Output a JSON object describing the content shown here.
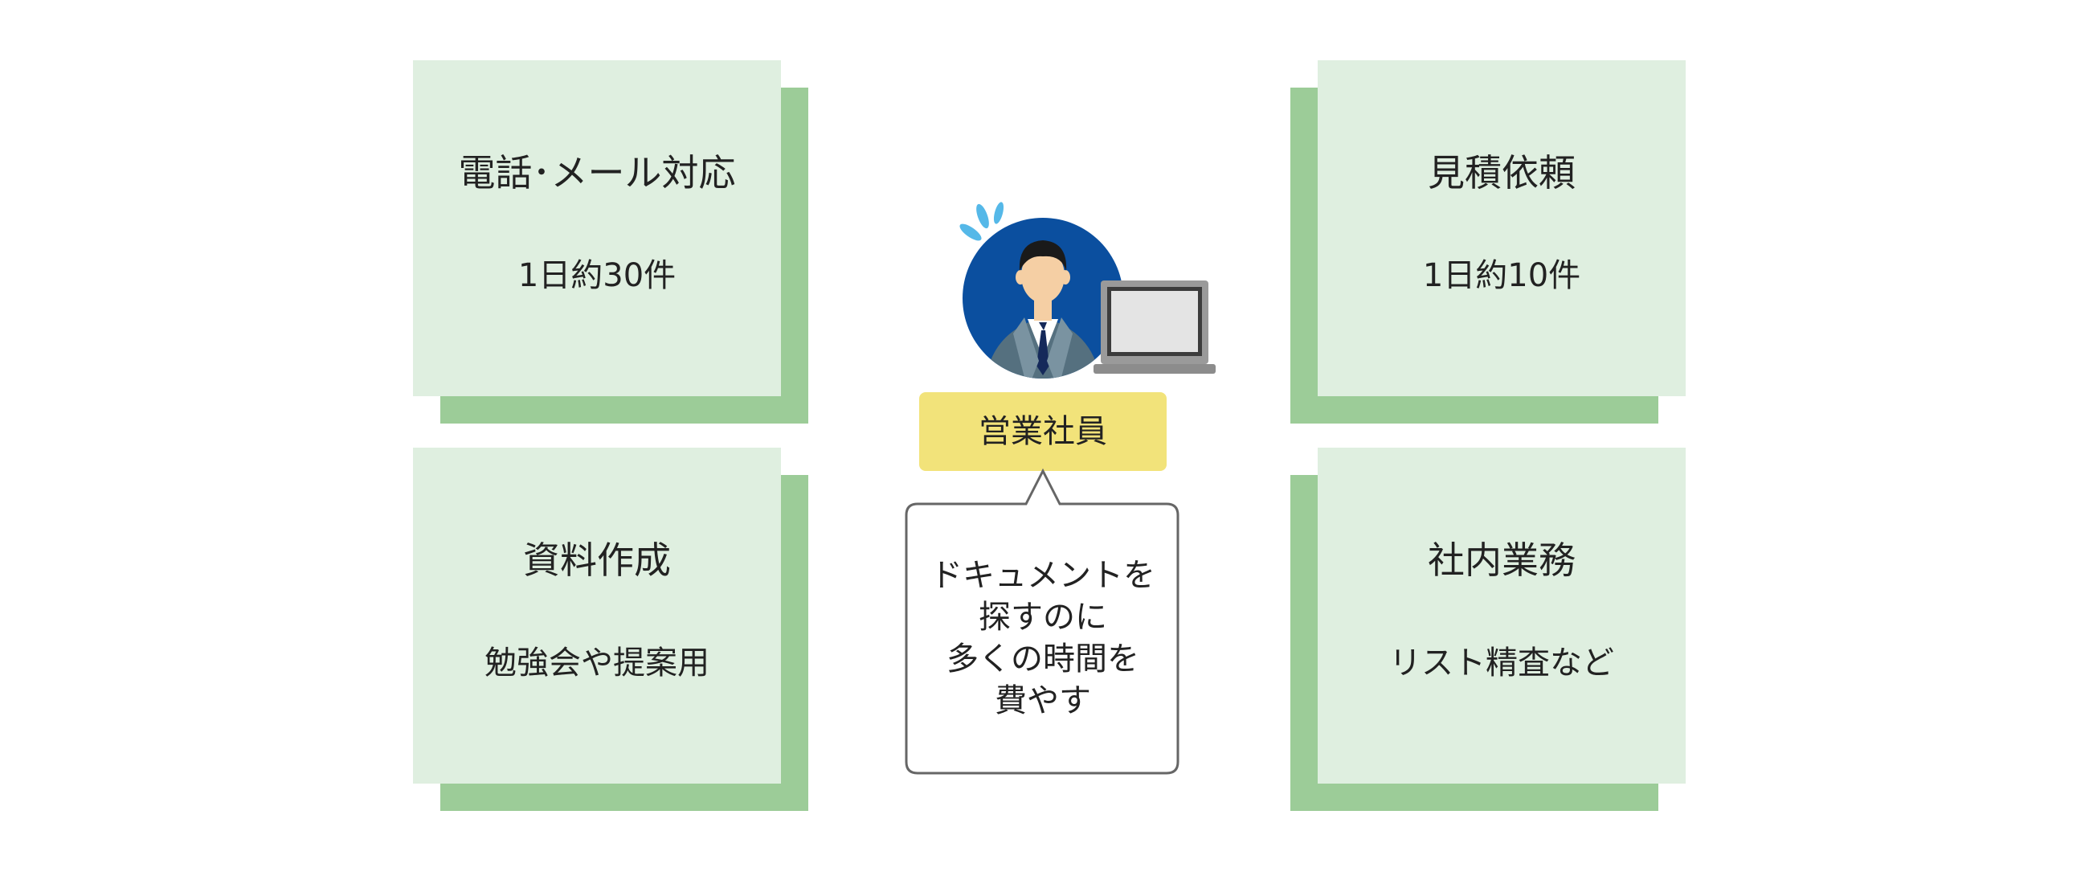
{
  "cards": {
    "phone_mail": {
      "title": "電話･メール対応",
      "detail": "1日約30件"
    },
    "documents": {
      "title": "資料作成",
      "detail": "勉強会や提案用"
    },
    "estimate": {
      "title": "見積依頼",
      "detail": "1日約10件"
    },
    "internal": {
      "title": "社内業務",
      "detail": "リスト精査など"
    }
  },
  "person": {
    "role": "営業社員",
    "speech_lines": [
      "ドキュメントを",
      "探すのに",
      "多くの時間を",
      "費やす"
    ]
  },
  "icons": [
    "businessman-avatar-icon",
    "sweat-drops-icon",
    "laptop-icon"
  ],
  "colors": {
    "card_face": "#dfefe0",
    "card_shadow": "#9ccc98",
    "role_tag": "#f2e37a",
    "avatar_circle": "#0b4f9f",
    "sweat_drops": "#55b8e8",
    "bubble_border": "#666666"
  }
}
